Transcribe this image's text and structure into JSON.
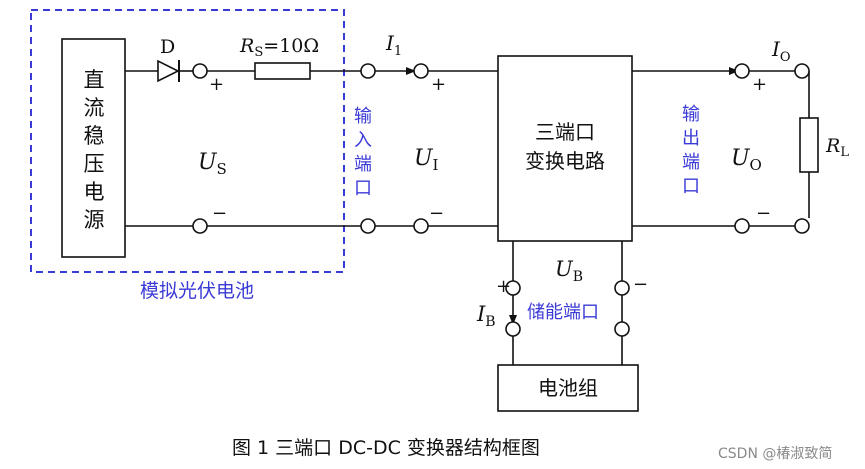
{
  "blocks": {
    "dc_source": [
      "直",
      "流",
      "稳",
      "压",
      "电",
      "源"
    ],
    "converter": [
      "三端口",
      "变换电路"
    ],
    "battery": "电池组"
  },
  "labels": {
    "diode": "D",
    "rs_sym": "R",
    "rs_sub": "S",
    "rs_val": "=10Ω",
    "us_sym": "U",
    "us_sub": "S",
    "i1_sym": "I",
    "i1_sub": "1",
    "ui_sym": "U",
    "ui_sub": "I",
    "io_sym": "I",
    "io_sub": "O",
    "uo_sym": "U",
    "uo_sub": "O",
    "rl_sym": "R",
    "rl_sub": "L",
    "ub_sym": "U",
    "ub_sub": "B",
    "ib_sym": "I",
    "ib_sub": "B",
    "plus": "+",
    "minus": "−"
  },
  "ports": {
    "input": [
      "输",
      "入",
      "端",
      "口"
    ],
    "output": [
      "输",
      "出",
      "端",
      "口"
    ],
    "storage": "储能端口"
  },
  "pv_label": "模拟光伏电池",
  "caption": "图 1  三端口 DC-DC 变换器结构框图",
  "watermark": "CSDN @椿淑致简",
  "colors": {
    "dashed_box": "#3a3ad6",
    "port_text": "#3a3ad6",
    "line": "#111111"
  }
}
